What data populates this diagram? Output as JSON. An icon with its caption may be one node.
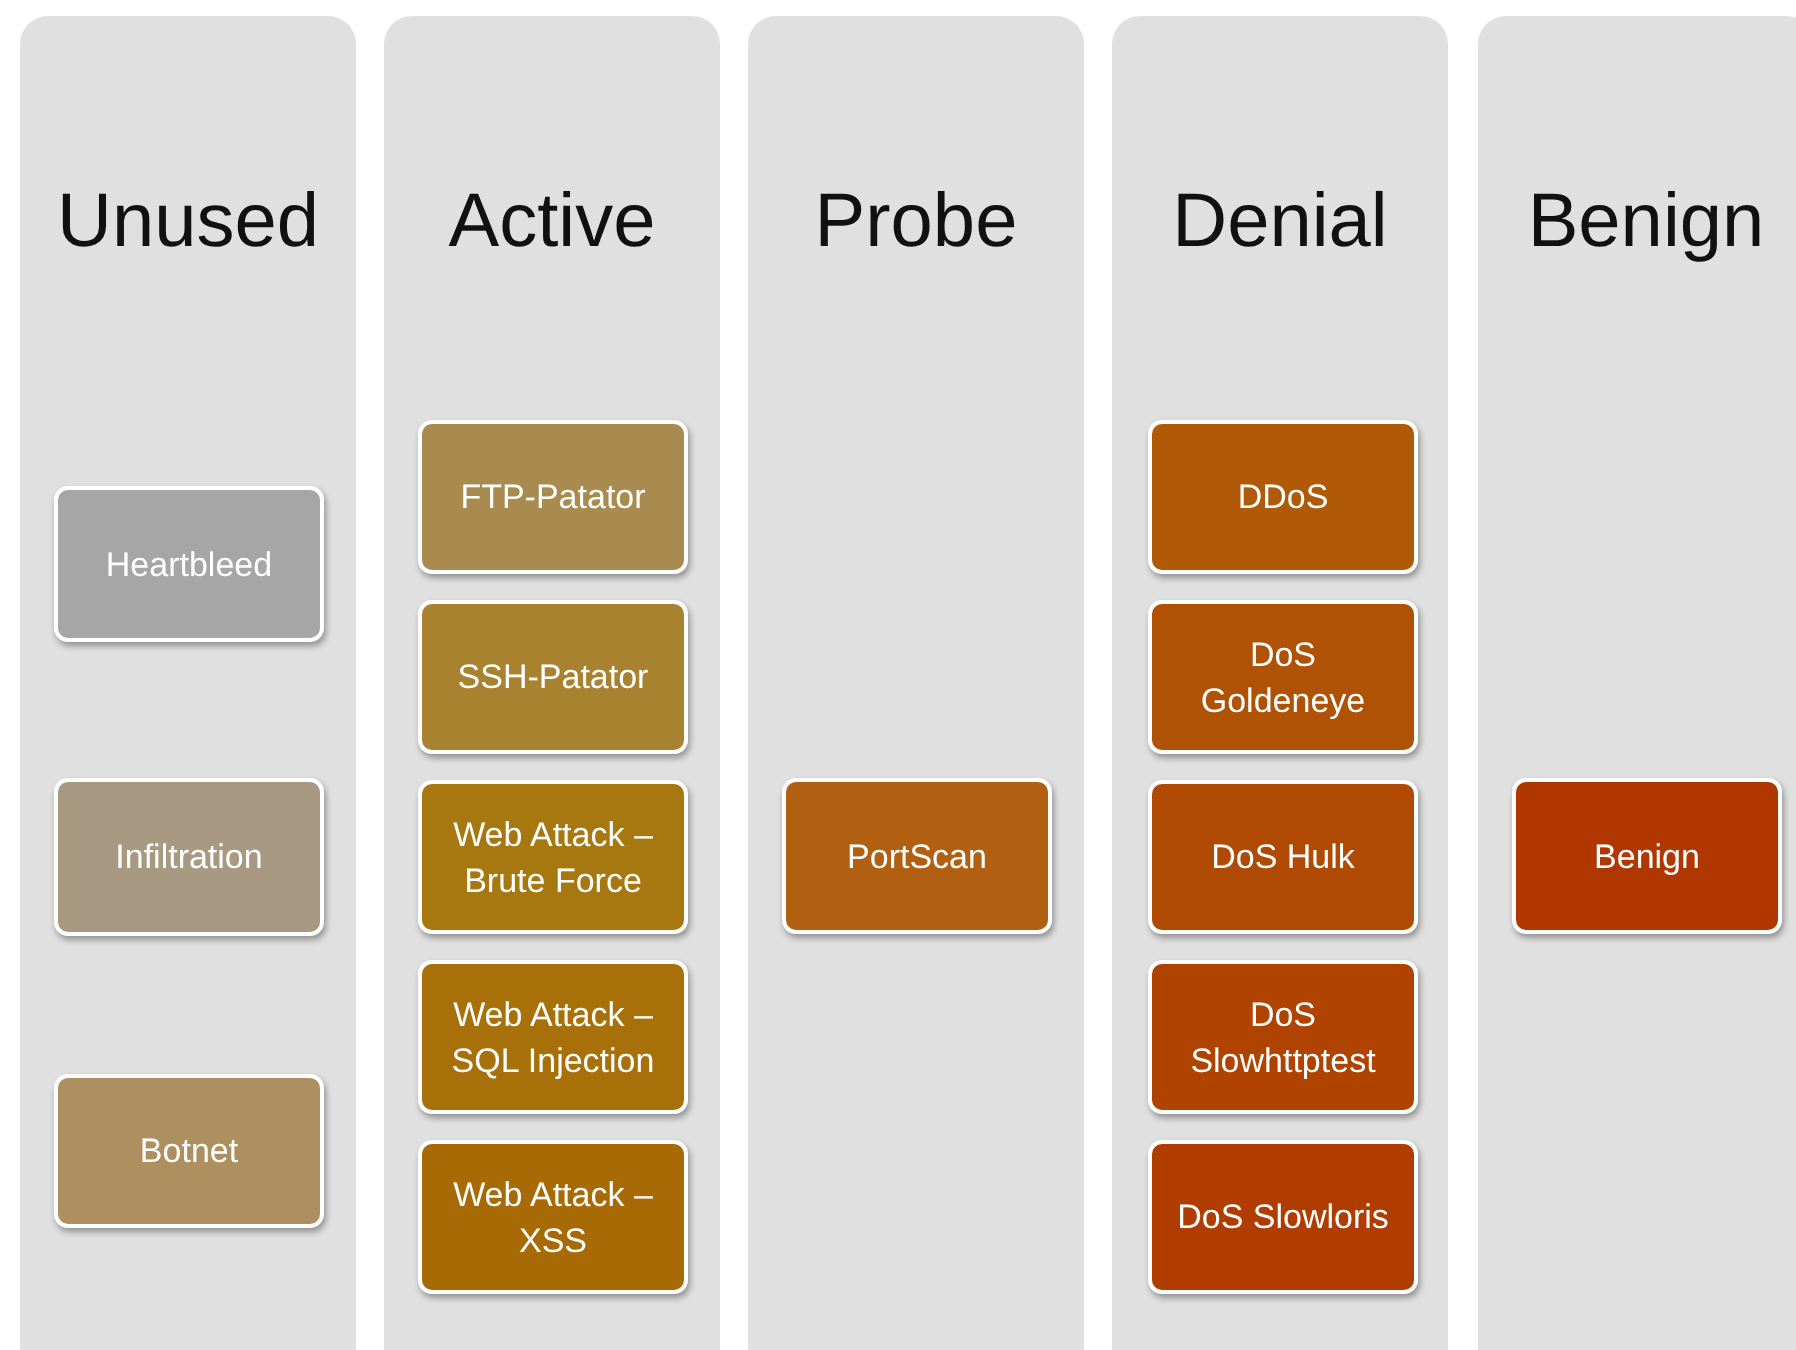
{
  "diagram": {
    "nodes": [
      {
        "text": [
          "Unused"
        ]
      },
      {
        "text": [
          "Heartbleed"
        ],
        "in": 0
      },
      {
        "text": [
          "Infiltration"
        ],
        "in": 0
      },
      {
        "text": [
          "Botnet"
        ],
        "in": 0
      },
      {
        "text": [
          "Active"
        ]
      },
      {
        "text": [
          "FTP-Patator"
        ],
        "in": 4
      },
      {
        "text": [
          "SSH-Patator"
        ],
        "in": 4
      },
      {
        "text": [
          "Web Attack – Brute Force"
        ],
        "in": 4
      },
      {
        "text": [
          "Web Attack – SQL Injection"
        ],
        "in": 4
      },
      {
        "text": [
          "Web Attack – XSS"
        ],
        "in": 4
      },
      {
        "text": [
          "Probe"
        ]
      },
      {
        "text": [
          "PortScan"
        ],
        "in": 10
      },
      {
        "text": [
          "Denial"
        ]
      },
      {
        "text": [
          "DDoS"
        ],
        "in": 12
      },
      {
        "text": [
          "DoS Goldeneye"
        ],
        "in": 12
      },
      {
        "text": [
          "DoS Hulk"
        ],
        "in": 12
      },
      {
        "text": [
          "DoS Slowhttptest"
        ],
        "in": 12
      },
      {
        "text": [
          "DoS Slowloris"
        ],
        "in": 12
      },
      {
        "text": [
          "Benign"
        ]
      },
      {
        "text": [
          "Benign"
        ],
        "in": 18
      }
    ]
  }
}
